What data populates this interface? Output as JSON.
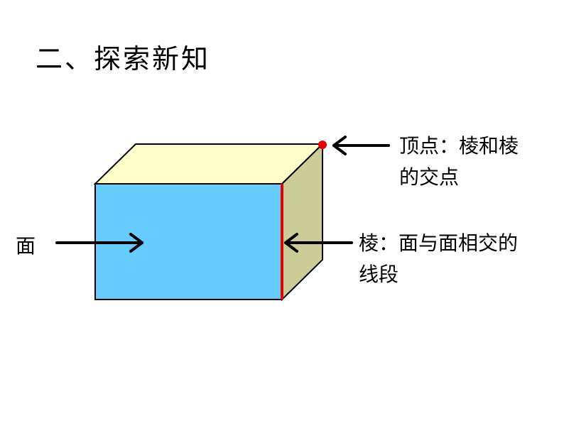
{
  "title": "二、探索新知",
  "labels": {
    "face": "面",
    "vertex_line1": "顶点：棱和棱",
    "vertex_line2": "的交点",
    "edge_line1": "棱：面与面相交的",
    "edge_line2": "线段"
  },
  "colors": {
    "front_face": "#66ccff",
    "top_face": "#ffffcc",
    "side_face": "#cccc99",
    "edge_highlight": "#e60000",
    "vertex_dot": "#e60000",
    "outline": "#000000"
  }
}
